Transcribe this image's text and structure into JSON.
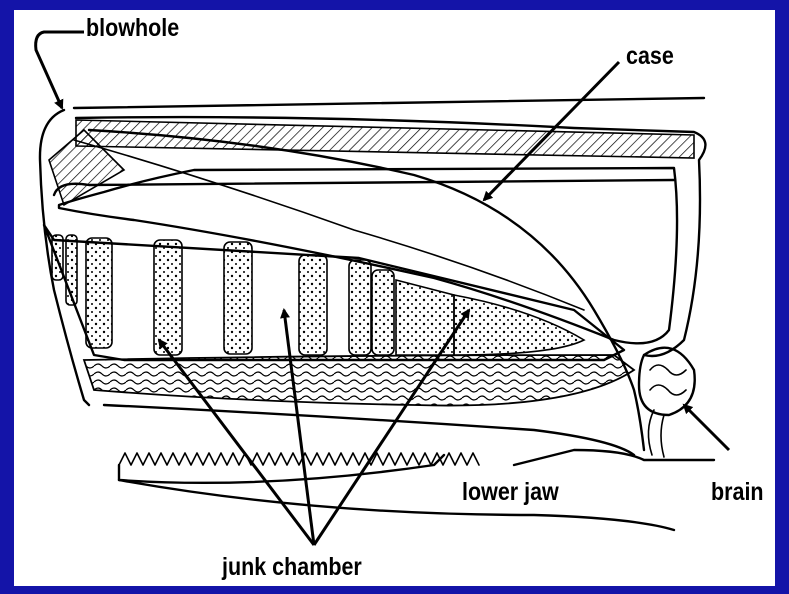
{
  "labels": {
    "blowhole": "blowhole",
    "case": "case",
    "lower_jaw": "lower jaw",
    "brain": "brain",
    "junk_chamber": "junk chamber"
  }
}
